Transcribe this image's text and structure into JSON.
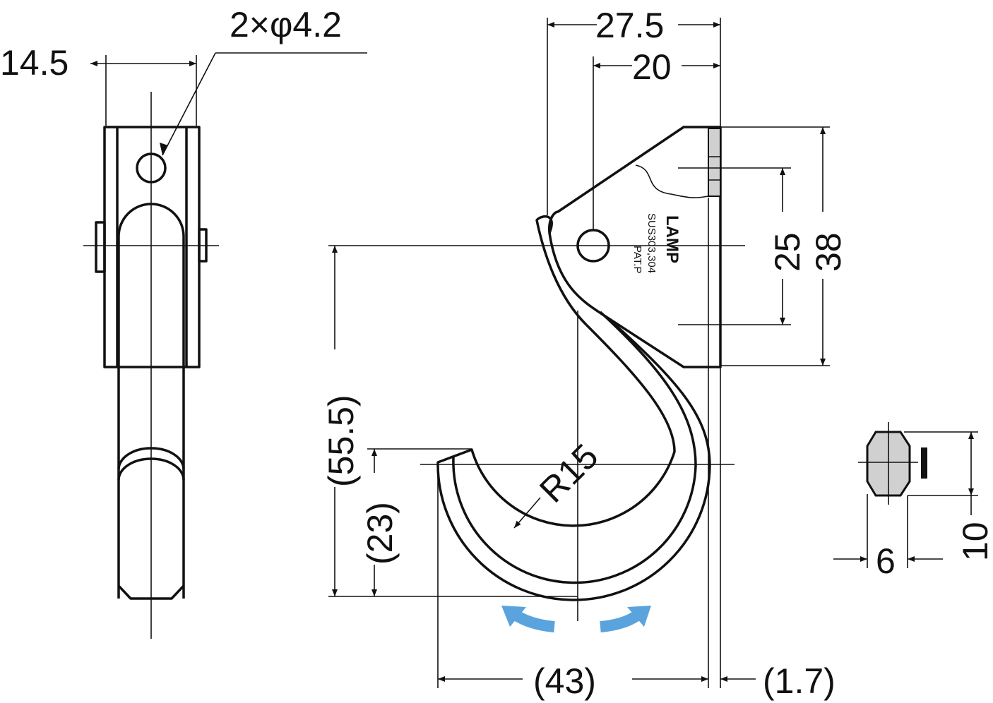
{
  "title": "Hook technical drawing",
  "dimensions": {
    "hole_callout": "2×φ4.2",
    "side_width": "14.5",
    "overall_depth": "27.5",
    "hole_offset": "20",
    "hole_pitch": "25",
    "bracket_height": "38",
    "total_drop": "(55.5)",
    "hook_depth": "(23)",
    "radius": "R15",
    "hook_width": "(43)",
    "plate_thickness": "(1.7)",
    "section_width": "6",
    "section_height": "10"
  },
  "engraving": {
    "brand": "LAMP",
    "material": "SUS303,304",
    "patent": "PAT.P"
  },
  "colors": {
    "arrow": "#5ba3dc",
    "section_fill": "#d0d0d0"
  }
}
